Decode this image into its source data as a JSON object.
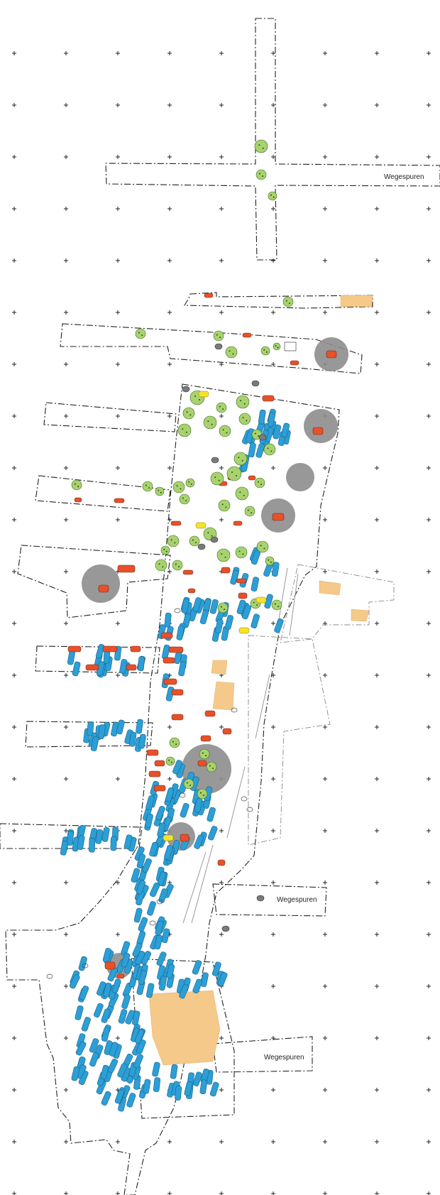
{
  "map": {
    "labels": {
      "wegespuren_1": "Wegespuren",
      "wegespuren_2": "Wegespuren",
      "wegespuren_3": "Wegespuren"
    },
    "colors": {
      "blue_features": "#2b9fd6",
      "red_features": "#e8502a",
      "green_features": "#a8d26e",
      "grey_features": "#7a7a7a",
      "tan_features": "#f5c98a",
      "yellow_features": "#f5e32a",
      "trench_outline": "#222222"
    },
    "icons": {
      "grid_marker": "plus-cross-icon"
    }
  }
}
